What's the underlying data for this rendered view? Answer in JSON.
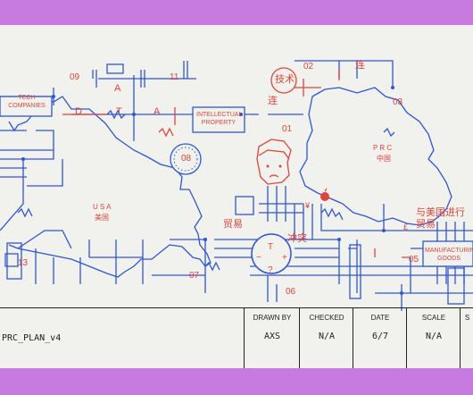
{
  "labels": {
    "n09": "09",
    "n11": "11",
    "n02": "02",
    "n03": "03",
    "n01": "01",
    "n08": "08",
    "n13": "13",
    "n07": "07",
    "n06": "06",
    "n05": "05",
    "tech_companies": "TECH COMPANIES",
    "d": "D",
    "a1": "A",
    "t": "T",
    "a2": "A",
    "ip": "INTELLECTUAL PROPERTY",
    "jishu": "技术",
    "lian1": "连",
    "lian2": "连",
    "prc": "P R C",
    "zhongguo": "中国",
    "usa": "U S A",
    "meiguo": "美国",
    "maoyi": "贸易",
    "chongtu": "冲突",
    "trade_with_us": "与美国进行贸易",
    "manufacturing": "MANUFACTURING GOODS",
    "yen": "¥",
    "pound": "£",
    "question": "?",
    "gauge_t": "T",
    "minus": "−",
    "plus": "+"
  },
  "title_block": {
    "title": "PRC_PLAN_v4",
    "drawn_by_label": "DRAWN BY",
    "drawn_by": "AXS",
    "checked_label": "CHECKED",
    "checked": "N/A",
    "date_label": "DATE",
    "date": "6/7",
    "scale_label": "SCALE",
    "scale": "N/A",
    "sheet_label": "S"
  },
  "colors": {
    "background": "#c77be0",
    "paper": "#f1f1ee",
    "blue": "#2f56d6",
    "red": "#e0443b"
  },
  "icons": [
    "apple-icon",
    "clock-icon",
    "face-icon",
    "gauge-icon",
    "logo-mark-icon"
  ]
}
